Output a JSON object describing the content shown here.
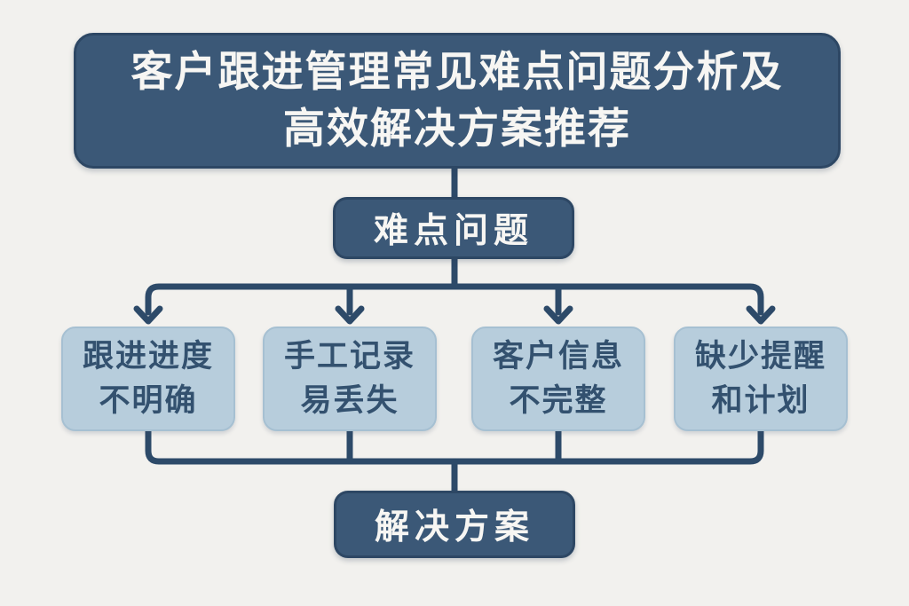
{
  "page": {
    "background": "#f2f1ee"
  },
  "palette": {
    "dark_box_fill": "#3b5877",
    "dark_box_border": "#2d4764",
    "dark_box_text": "#f7f6f3",
    "light_box_fill": "#b7cddc",
    "light_box_border": "#a6c0d2",
    "light_box_text": "#33516f",
    "connector_line": "#2d4a69"
  },
  "title": {
    "line1": "客户跟进管理常见难点问题分析及",
    "line2": "高效解决方案推荐"
  },
  "problem_node": {
    "label": "难点问题"
  },
  "problem_boxes": [
    {
      "line1": "跟进进度",
      "line2": "不明确"
    },
    {
      "line1": "手工记录",
      "line2": "易丢失"
    },
    {
      "line1": "客户信息",
      "line2": "不完整"
    },
    {
      "line1": "缺少提醒",
      "line2": "和计划"
    }
  ],
  "solution_node": {
    "label": "解决方案"
  }
}
